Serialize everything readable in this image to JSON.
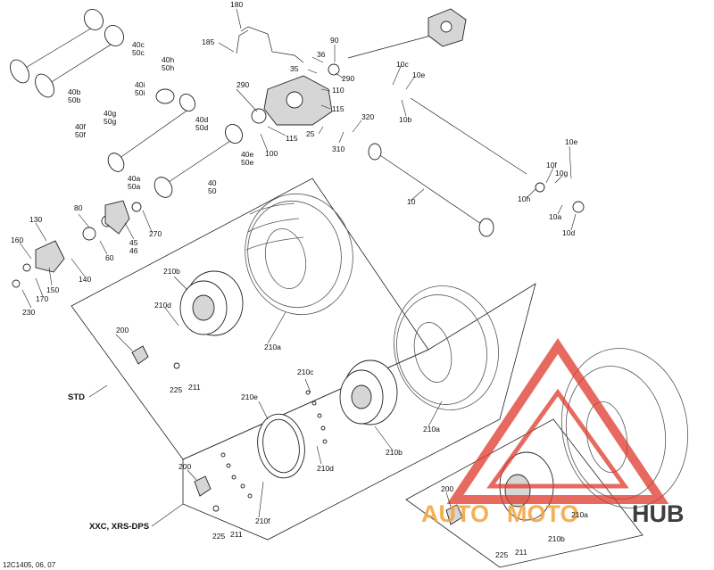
{
  "diagram": {
    "code": "12C1405, 06, 07",
    "groups": {
      "std": "STD",
      "xxc": "XXC, XRS-DPS"
    },
    "labels": {
      "p180": "180",
      "p185": "185",
      "p90": "90",
      "p36": "36",
      "p35": "35",
      "p290a": "290",
      "p110": "110",
      "p290b": "290",
      "p115a": "115",
      "p115b": "115",
      "p100": "100",
      "p25": "25",
      "p310": "310",
      "p320": "320",
      "p10c": "10c",
      "p10e_top": "10e",
      "p10b": "10b",
      "p10e": "10e",
      "p10f": "10f",
      "p10g": "10g",
      "p10h": "10h",
      "p10a": "10a",
      "p10d": "10d",
      "p10": "10",
      "p40c_50c": "40c\n50c",
      "p40h_50h": "40h\n50h",
      "p40i_50i": "40i\n50i",
      "p40g_50g": "40g\n50g",
      "p40b_50b": "40b\n50b",
      "p40f_50f": "40f\n50f",
      "p40d_50d": "40d\n50d",
      "p40e_50e": "40e\n50e",
      "p40a_50a": "40a\n50a",
      "p40_50": "40\n50",
      "p130": "130",
      "p80": "80",
      "p160": "160",
      "p60": "60",
      "p45_46": "45\n46",
      "p270": "270",
      "p140": "140",
      "p150": "150",
      "p170": "170",
      "p230": "230",
      "p210b_std": "210b",
      "p210d_std": "210d",
      "p200_std": "200",
      "p210a_std": "210a",
      "p225_std": "225",
      "p211_std": "211",
      "p210c": "210c",
      "p210e": "210e",
      "p210d_x": "210d",
      "p210b_x": "210b",
      "p210a_x": "210a",
      "p200_x": "200",
      "p225_x": "225",
      "p211_x": "211",
      "p210f": "210f",
      "p200_big": "200",
      "p210a_big": "210a",
      "p210b_big": "210b",
      "p225_big": "225",
      "p211_big": "211"
    }
  },
  "watermark": {
    "text_part1": "AUTO",
    "text_part2": "MOTO",
    "text_part3": "HUB",
    "color_orange": "#f4a23a",
    "color_dark": "#2a2a2a",
    "color_red": "#e0392b"
  }
}
